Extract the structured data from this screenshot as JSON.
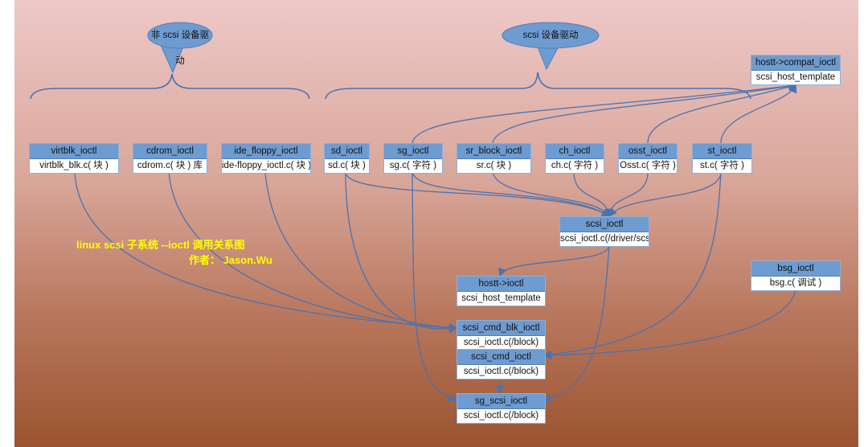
{
  "callouts": {
    "non_scsi": "非 scsi 设备驱动",
    "scsi": "scsi 设备驱动"
  },
  "title": {
    "line1": "linux scsi 子系统 --ioctl 调用关系图",
    "line2": "作者： Jason.Wu"
  },
  "boxes": {
    "virtblk": {
      "head": "virtblk_ioctl",
      "body": "virtblk_blk.c( 块 )"
    },
    "cdrom": {
      "head": "cdrom_ioctl",
      "body": "cdrom.c( 块 ) 库"
    },
    "ide": {
      "head": "ide_floppy_ioctl",
      "body": "ide-floppy_ioctl.c( 块 )"
    },
    "sd": {
      "head": "sd_ioctl",
      "body": "sd.c( 块 )"
    },
    "sg": {
      "head": "sg_ioctl",
      "body": "sg.c( 字符 )"
    },
    "sr": {
      "head": "sr_block_ioctl",
      "body": "sr.c( 块 )"
    },
    "ch": {
      "head": "ch_ioctl",
      "body": "ch.c( 字符 )"
    },
    "osst": {
      "head": "osst_ioctl",
      "body": "Osst.c( 字符 )"
    },
    "st": {
      "head": "st_ioctl",
      "body": "st.c( 字符 )"
    },
    "compat": {
      "head": "hostt->compat_ioctl",
      "body": "scsi_host_template"
    },
    "scsi_ioctl": {
      "head": "scsi_ioctl",
      "body": "scsi_ioctl.c(/driver/scsi)"
    },
    "hostt_ioctl": {
      "head": "hostt->ioctl",
      "body": "scsi_host_template"
    },
    "bsg": {
      "head": "bsg_ioctl",
      "body": "bsg.c( 调试 )"
    },
    "cmd_blk": {
      "head": "scsi_cmd_blk_ioctl",
      "body": "scsi_ioctl.c(/block)"
    },
    "cmd": {
      "head": "scsi_cmd_ioctl",
      "body": "scsi_ioctl.c(/block)"
    },
    "sg_scsi": {
      "head": "sg_scsi_ioctl",
      "body": "scsi_ioctl.c(/block)"
    }
  }
}
